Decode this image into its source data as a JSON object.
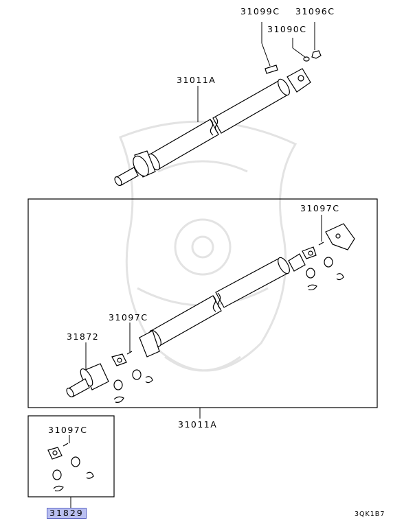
{
  "labels": {
    "p31099c": "31099C",
    "p31096c": "31096C",
    "p31090c": "31090C",
    "p31011a_top": "31011A",
    "p31097c_right": "31097C",
    "p31097c_mid": "31097C",
    "p31872": "31872",
    "p31011a_bottom": "31011A",
    "p31097c_kit": "31097C",
    "p31829": "31829"
  },
  "diagram_code": "3QK1B7",
  "colors": {
    "line": "#000000",
    "highlight_fill": "#b9bff0",
    "highlight_border": "#5a63c4",
    "watermark": "#e3e3e3"
  }
}
